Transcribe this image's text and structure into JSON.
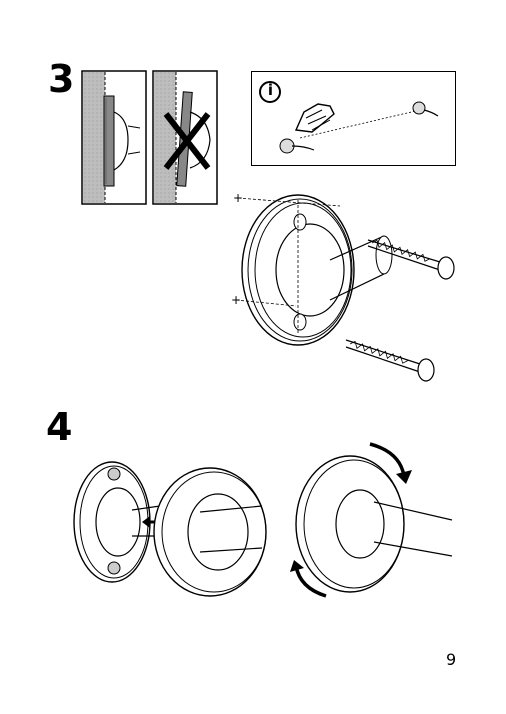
{
  "steps": [
    {
      "number": "3"
    },
    {
      "number": "4"
    }
  ],
  "info_icon": "i",
  "page_number": "9",
  "icons": {
    "info": "info-icon",
    "not_allowed": "cross-icon",
    "rotate": "rotate-arrows-icon",
    "push": "arrow-left-icon"
  }
}
